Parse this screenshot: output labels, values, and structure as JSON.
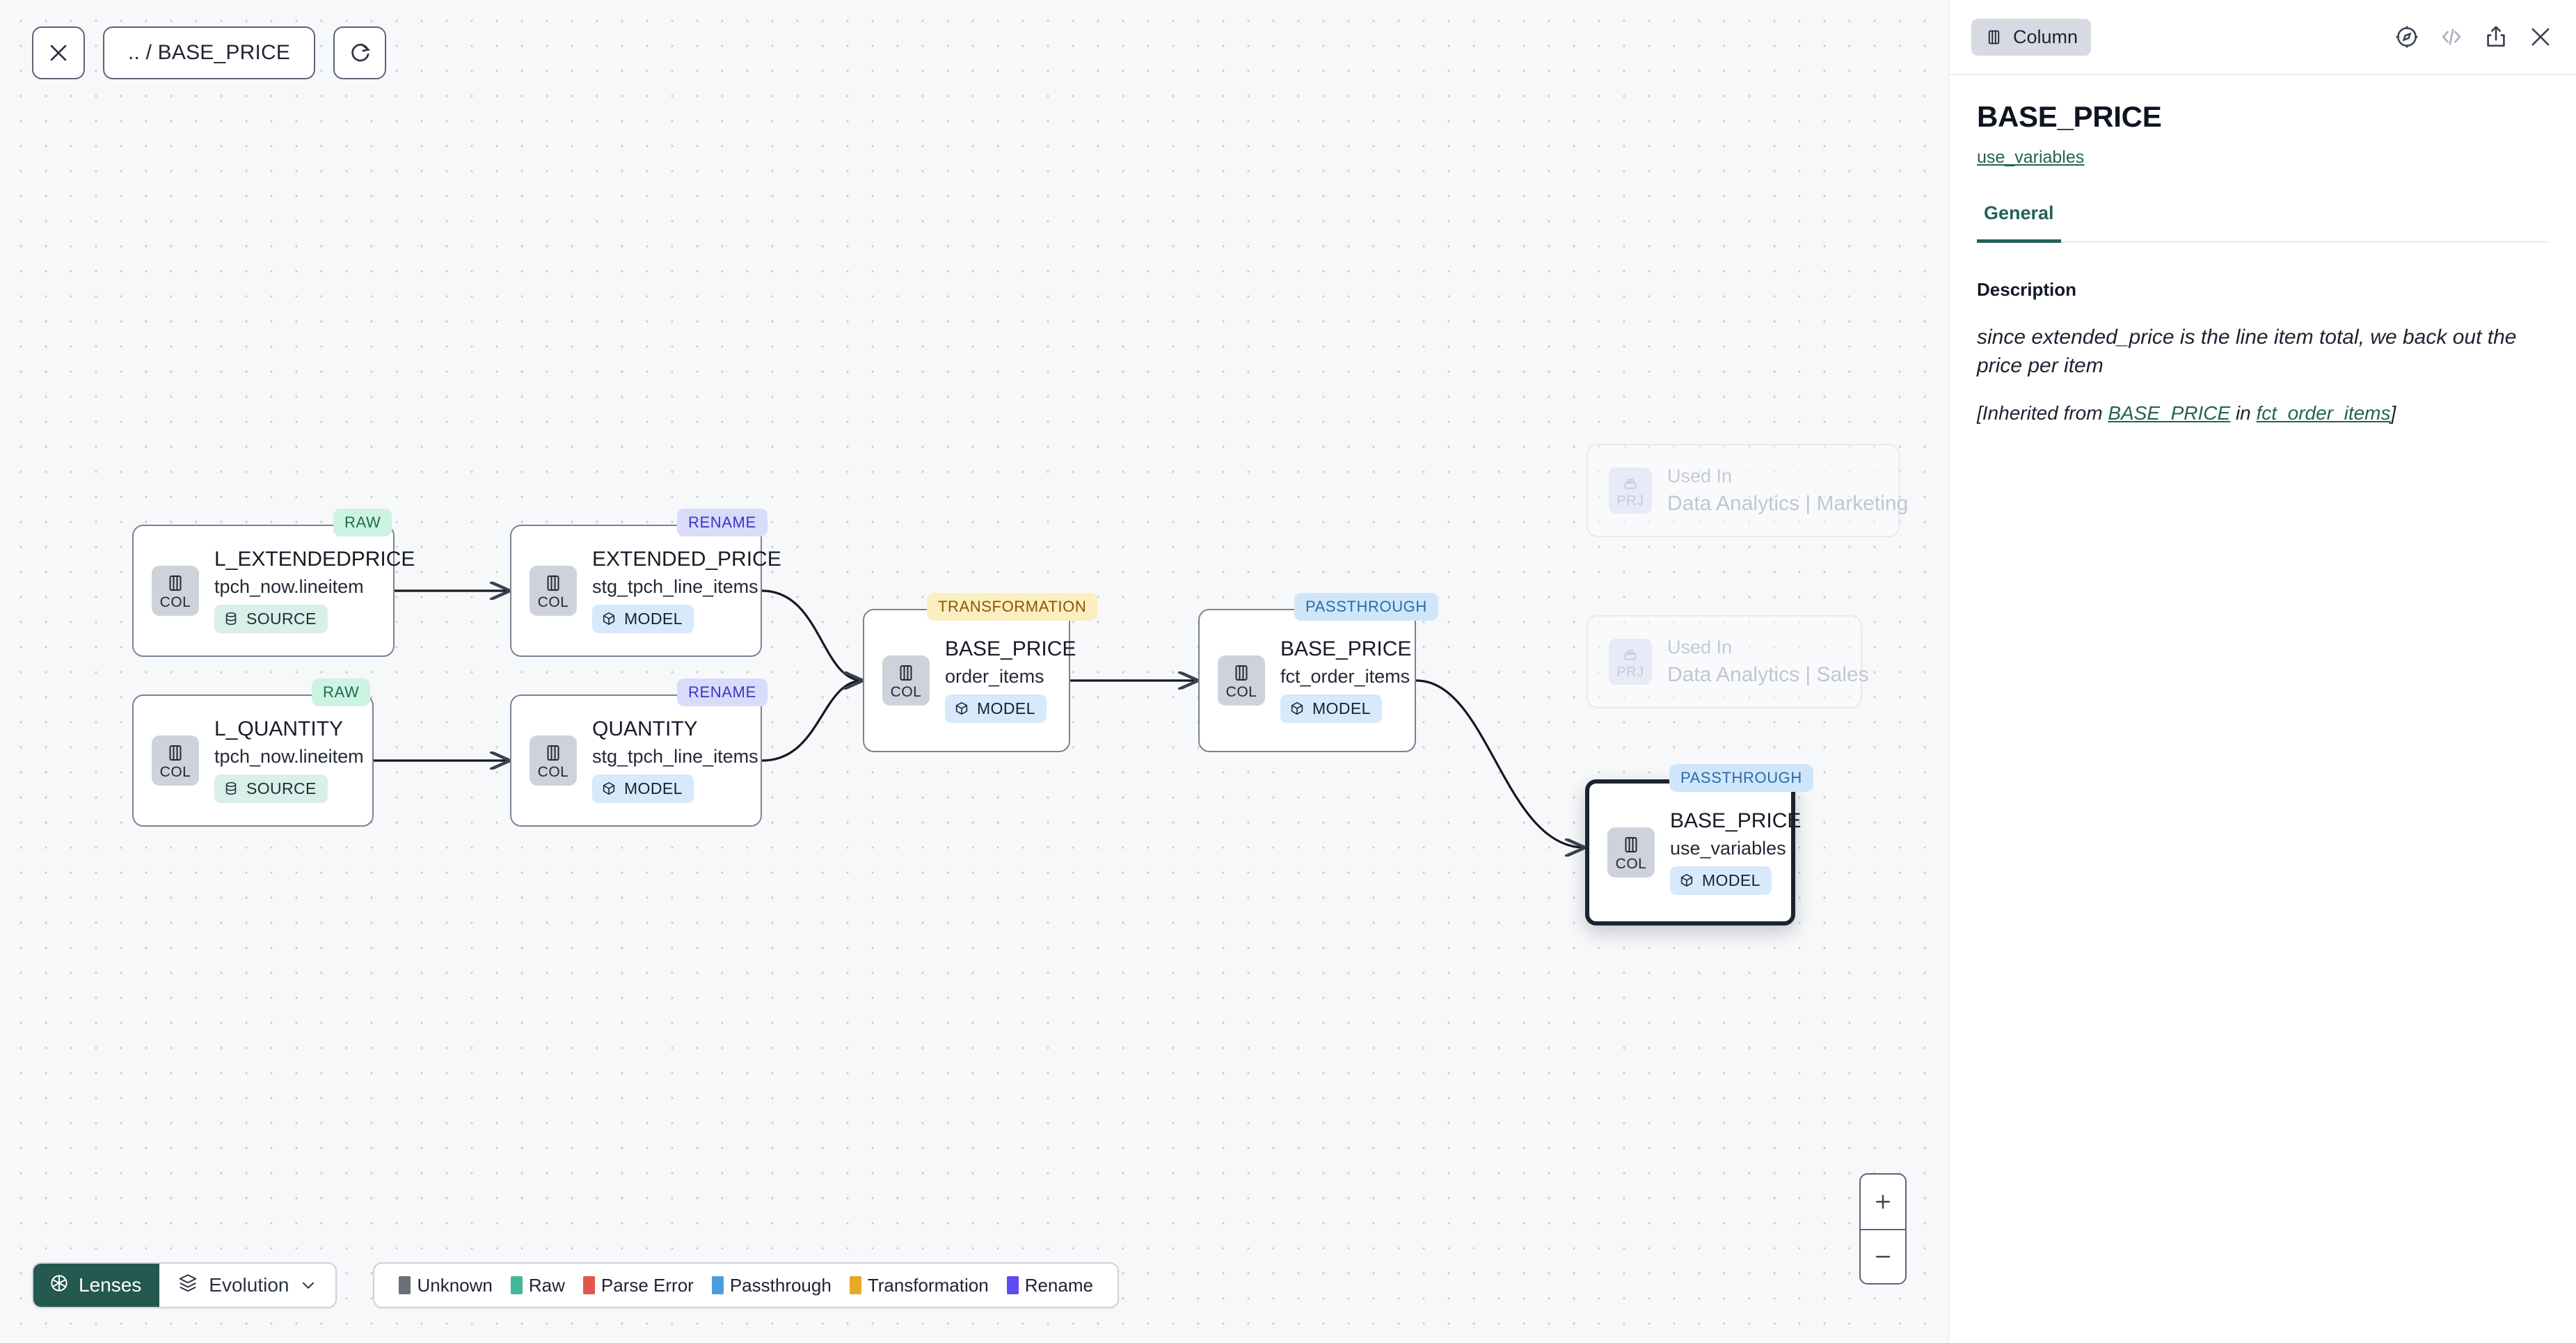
{
  "toolbar": {
    "close_icon": "close-icon",
    "breadcrumb": ".. / BASE_PRICE",
    "refresh_icon": "refresh-icon"
  },
  "graph": {
    "nodes": [
      {
        "id": "l_extendedprice",
        "tag": "RAW",
        "tag_kind": "raw",
        "title": "L_EXTENDEDPRICE",
        "subtitle": "tpch_now.lineitem",
        "chip": "SOURCE",
        "chip_kind": "source",
        "badge": "COL",
        "selected": false
      },
      {
        "id": "l_quantity",
        "tag": "RAW",
        "tag_kind": "raw",
        "title": "L_QUANTITY",
        "subtitle": "tpch_now.lineitem",
        "chip": "SOURCE",
        "chip_kind": "source",
        "badge": "COL",
        "selected": false
      },
      {
        "id": "extended_price",
        "tag": "RENAME",
        "tag_kind": "rename",
        "title": "EXTENDED_PRICE",
        "subtitle": "stg_tpch_line_items",
        "chip": "MODEL",
        "chip_kind": "model",
        "badge": "COL",
        "selected": false
      },
      {
        "id": "quantity",
        "tag": "RENAME",
        "tag_kind": "rename",
        "title": "QUANTITY",
        "subtitle": "stg_tpch_line_items",
        "chip": "MODEL",
        "chip_kind": "model",
        "badge": "COL",
        "selected": false
      },
      {
        "id": "base_price_order_items",
        "tag": "TRANSFORMATION",
        "tag_kind": "trans",
        "title": "BASE_PRICE",
        "subtitle": "order_items",
        "chip": "MODEL",
        "chip_kind": "model",
        "badge": "COL",
        "selected": false
      },
      {
        "id": "base_price_fct_order_items",
        "tag": "PASSTHROUGH",
        "tag_kind": "pass",
        "title": "BASE_PRICE",
        "subtitle": "fct_order_items",
        "chip": "MODEL",
        "chip_kind": "model",
        "badge": "COL",
        "selected": false
      },
      {
        "id": "base_price_use_variables",
        "tag": "PASSTHROUGH",
        "tag_kind": "pass",
        "title": "BASE_PRICE",
        "subtitle": "use_variables",
        "chip": "MODEL",
        "chip_kind": "model",
        "badge": "COL",
        "selected": true
      }
    ],
    "ghost_nodes": [
      {
        "id": "used-in-marketing",
        "badge": "PRJ",
        "label": "Used In",
        "name": "Data Analytics | Marketing"
      },
      {
        "id": "used-in-sales",
        "badge": "PRJ",
        "label": "Used In",
        "name": "Data Analytics | Sales"
      }
    ]
  },
  "bottom": {
    "lenses_label": "Lenses",
    "evolution_label": "Evolution",
    "legend": [
      {
        "label": "Unknown",
        "color": "#6b6f77"
      },
      {
        "label": "Raw",
        "color": "#44b79a"
      },
      {
        "label": "Parse Error",
        "color": "#e2574c"
      },
      {
        "label": "Passthrough",
        "color": "#4a9ee0"
      },
      {
        "label": "Transformation",
        "color": "#e8a827"
      },
      {
        "label": "Rename",
        "color": "#5b4df0"
      }
    ]
  },
  "zoom_control": {
    "zoom_in": "+",
    "zoom_out": "−"
  },
  "panel": {
    "type_pill": "Column",
    "icons": [
      "explore-icon",
      "code-icon",
      "share-icon",
      "close-icon"
    ],
    "title": "BASE_PRICE",
    "link": "use_variables",
    "tabs": [
      {
        "label": "General",
        "active": true
      }
    ],
    "description_label": "Description",
    "description_text": "since extended_price is the line item total, we back out the price per item",
    "inherited_prefix": "[Inherited from ",
    "inherited_column": "BASE_PRICE",
    "inherited_mid": " in ",
    "inherited_model": "fct_order_items",
    "inherited_suffix": "]"
  },
  "colors": {
    "accent": "#236158",
    "lenses_bg": "#24594f",
    "selected_border": "#1b2230",
    "canvas_bg": "#f7f8fa"
  }
}
